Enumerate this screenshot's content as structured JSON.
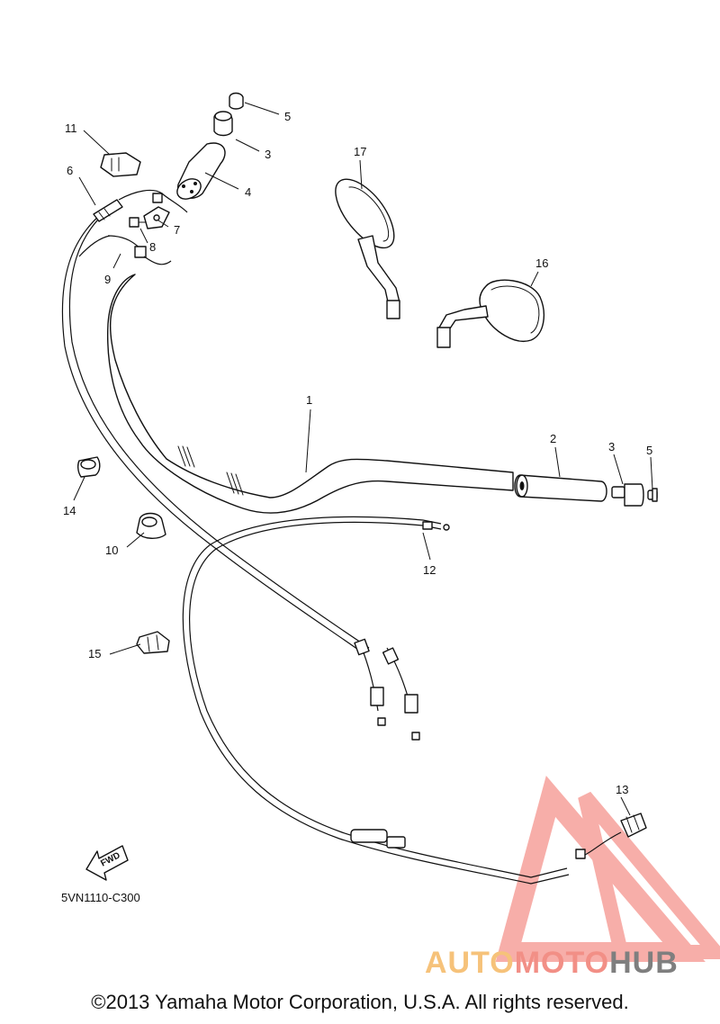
{
  "diagram": {
    "callouts": [
      "1",
      "2",
      "3",
      "3",
      "4",
      "5",
      "5",
      "6",
      "7",
      "8",
      "9",
      "10",
      "11",
      "12",
      "13",
      "14",
      "15",
      "16",
      "17"
    ],
    "fwd_label": "FWD",
    "catalog_code": "5VN1110-C300"
  },
  "watermark": {
    "word_part_1": "AUTO",
    "word_part_2": "MOTO",
    "word_part_3": "HUB",
    "colors": {
      "auto": "#f6c27a",
      "moto": "#f28f86",
      "hub": "#7f7f7f",
      "triangle": "#f26d64"
    }
  },
  "footer": {
    "copyright": "©2013 Yamaha Motor Corporation, U.S.A. All rights reserved."
  }
}
